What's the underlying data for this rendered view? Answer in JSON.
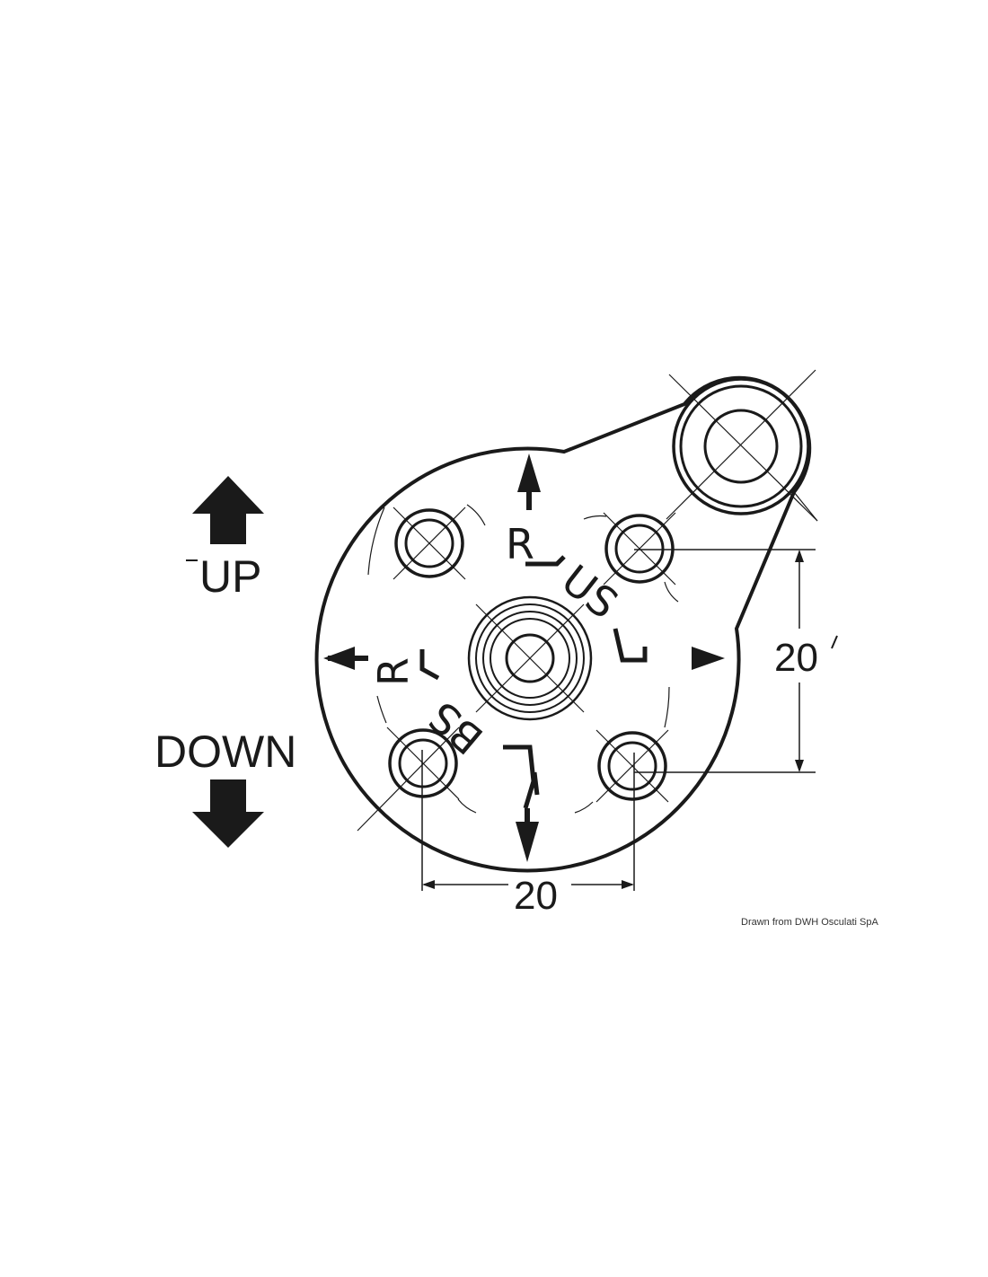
{
  "labels": {
    "up": "UP",
    "down": "DOWN",
    "dim_horizontal": "20",
    "dim_vertical": "20",
    "credit": "Drawn from DWH Osculati SpA"
  },
  "plate_markings": {
    "top_r": "R",
    "us": "US",
    "right_l": "L",
    "left_r": "R",
    "bs": "BS",
    "bottom_l": "L"
  },
  "icons": {
    "up": "arrow-up-icon",
    "down": "arrow-down-icon"
  },
  "colors": {
    "ink": "#1a1a1a",
    "background": "#ffffff"
  }
}
